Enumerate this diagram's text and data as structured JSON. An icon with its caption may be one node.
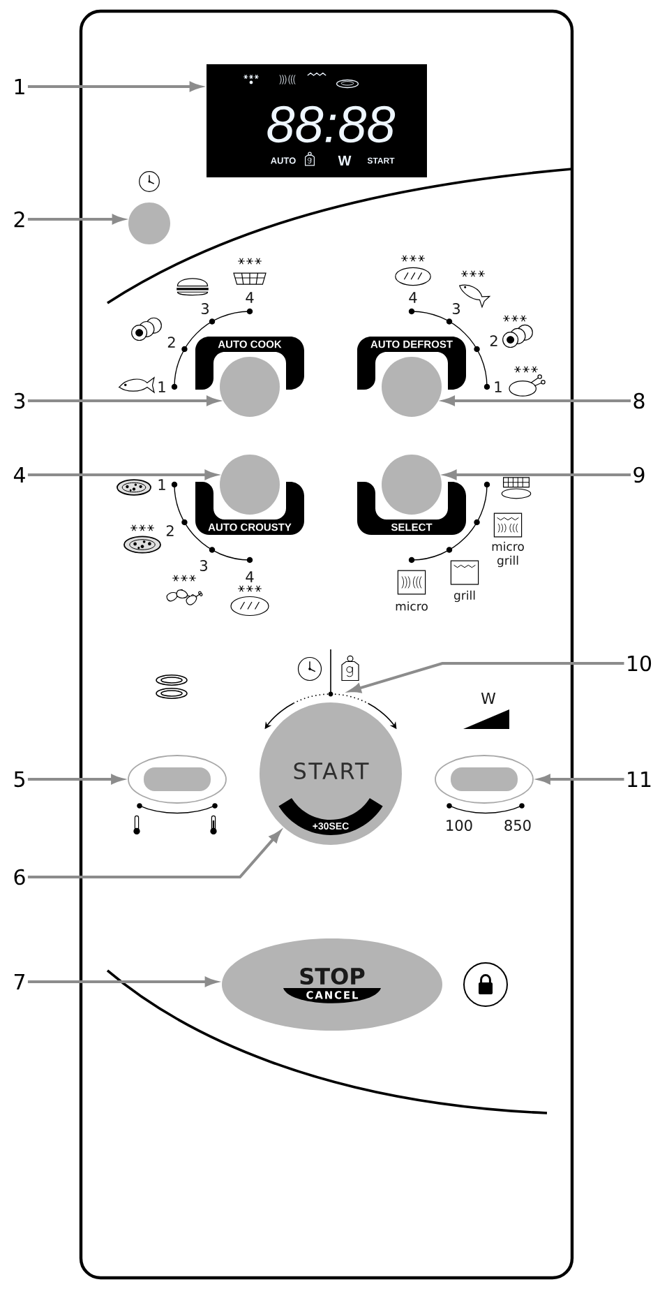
{
  "diagram": {
    "nodes": [
      {
        "text": [
          "1"
        ]
      },
      {
        "text": [
          "88:88",
          "AUTO",
          "W",
          "START"
        ]
      },
      {
        "text": [
          "2"
        ]
      },
      {
        "text": [],
        "shape": "circle"
      },
      {
        "text": [
          "3"
        ]
      },
      {
        "text": [
          "AUTO COOK"
        ]
      },
      {
        "text": [
          "8"
        ]
      },
      {
        "text": [
          "AUTO DEFROST"
        ]
      },
      {
        "text": [
          "4"
        ]
      },
      {
        "text": [
          "AUTO CROUSTY"
        ]
      },
      {
        "text": [
          "9"
        ]
      },
      {
        "text": [
          "SELECT"
        ]
      },
      {
        "text": [
          "10"
        ]
      },
      {
        "text": [],
        "shape": "arc"
      },
      {
        "text": [
          "5"
        ]
      },
      {
        "text": [],
        "shape": "ellipse"
      },
      {
        "text": [
          "11"
        ]
      },
      {
        "text": [],
        "shape": "ellipse"
      },
      {
        "text": [
          "6"
        ]
      },
      {
        "text": [
          "START",
          "+30SEC"
        ]
      },
      {
        "text": [
          "7"
        ]
      },
      {
        "text": [
          "STOP",
          "CANCEL"
        ]
      }
    ],
    "edges": [
      {
        "from": 0,
        "to": 1,
        "arrow": "to"
      },
      {
        "from": 2,
        "to": 3,
        "arrow": "to"
      },
      {
        "from": 4,
        "to": 5,
        "arrow": "to"
      },
      {
        "from": 6,
        "to": 7,
        "arrow": "to"
      },
      {
        "from": 8,
        "to": 9,
        "arrow": "to"
      },
      {
        "from": 10,
        "to": 11,
        "arrow": "to"
      },
      {
        "from": 12,
        "to": 13,
        "arrow": "to"
      },
      {
        "from": 14,
        "to": 15,
        "arrow": "to"
      },
      {
        "from": 16,
        "to": 17,
        "arrow": "to"
      },
      {
        "from": 18,
        "to": 19,
        "arrow": "to"
      },
      {
        "from": 20,
        "to": 21,
        "arrow": "to"
      }
    ],
    "labels": [
      "1",
      "2",
      "3",
      "4",
      "4",
      "3",
      "2",
      "1",
      "1",
      "2",
      "3",
      "4",
      "micro grill",
      "grill",
      "micro",
      "W",
      "100",
      "850"
    ]
  }
}
